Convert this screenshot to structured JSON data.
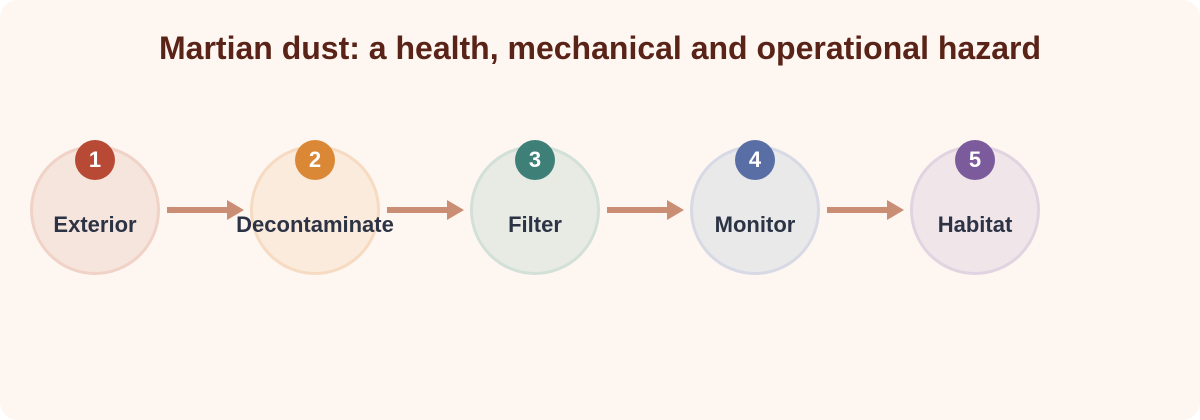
{
  "diagram": {
    "title": "Martian dust: a health, mechanical and operational hazard",
    "steps": [
      {
        "number": "1",
        "label": "Exterior",
        "color": "#b84a35",
        "fill": "#f6e5dd",
        "border": "#f0d2c6"
      },
      {
        "number": "2",
        "label": "Decontaminate",
        "color": "#da8835",
        "fill": "#fbebdc",
        "border": "#f6dbc2"
      },
      {
        "number": "3",
        "label": "Filter",
        "color": "#3e7f78",
        "fill": "#e7ebe4",
        "border": "#d2e0d8"
      },
      {
        "number": "4",
        "label": "Monitor",
        "color": "#5a6ea6",
        "fill": "#e9e9ea",
        "border": "#d7d9e5"
      },
      {
        "number": "5",
        "label": "Habitat",
        "color": "#7b5b9b",
        "fill": "#f0e5e8",
        "border": "#e1d4e1"
      }
    ],
    "connector_color": "#c98e73"
  }
}
